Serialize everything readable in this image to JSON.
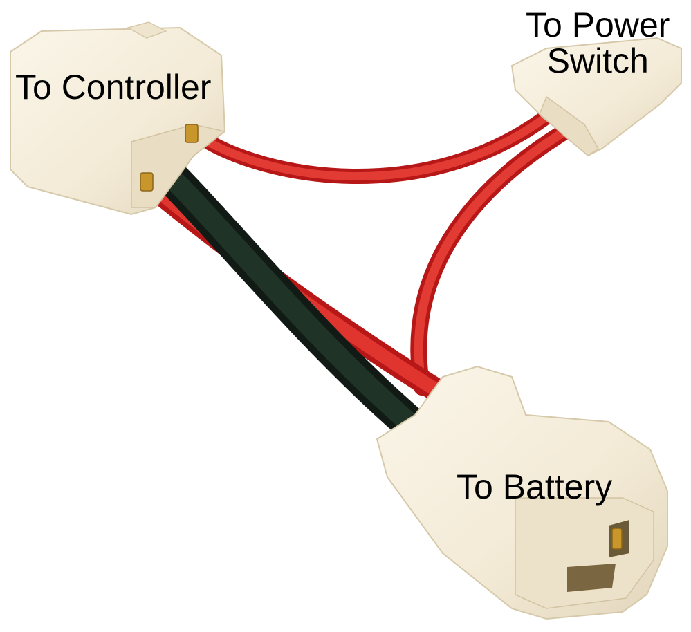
{
  "labels": {
    "controller": "To Controller",
    "power_switch_line1": "To Power",
    "power_switch_line2": "Switch",
    "battery": "To Battery"
  },
  "colors": {
    "connector_body": "#f6efdf",
    "connector_shadow": "#ddd2b8",
    "red_wire": "#d9201f",
    "black_wire": "#1c2b22",
    "brass_pin": "#c9962c"
  }
}
